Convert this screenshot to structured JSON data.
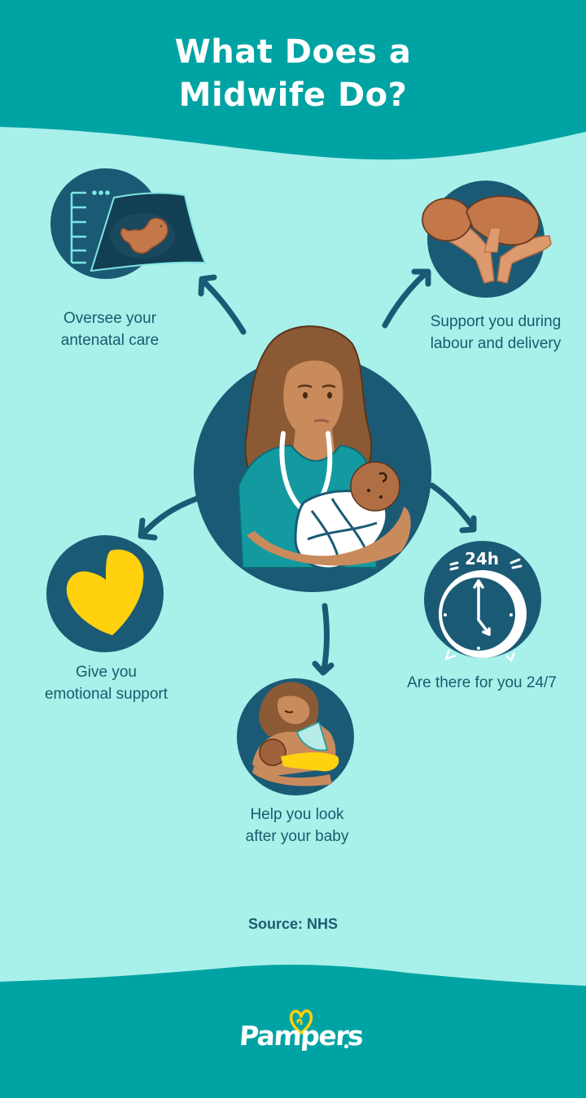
{
  "header": {
    "title_line1": "What Does a",
    "title_line2": "Midwife Do?"
  },
  "colors": {
    "header_teal": "#00a3a3",
    "background_mint": "#a8f0ea",
    "circle_navy": "#1b5a75",
    "text_navy": "#1a5a6e",
    "heart_yellow": "#ffd10f",
    "skin": "#c4784a",
    "scrubs_teal": "#139aa0"
  },
  "center_illustration": {
    "description": "Midwife with stethoscope holding a swaddled newborn"
  },
  "items": [
    {
      "id": "antenatal",
      "icon": "ultrasound-icon",
      "line1": "Oversee your",
      "line2": "antenatal care"
    },
    {
      "id": "labour",
      "icon": "newborn-in-hands-icon",
      "line1": "Support you during",
      "line2": "labour and delivery"
    },
    {
      "id": "emotional",
      "icon": "heart-icon",
      "line1": "Give you",
      "line2": "emotional support"
    },
    {
      "id": "always",
      "icon": "alarm-clock-24h-icon",
      "line1": "Are there for you 24/7",
      "clock_badge": "24h"
    },
    {
      "id": "baby",
      "icon": "breastfeeding-icon",
      "line1": "Help you look",
      "line2": "after your baby"
    }
  ],
  "footer": {
    "source": "Source: NHS",
    "brand": "Pampers"
  }
}
